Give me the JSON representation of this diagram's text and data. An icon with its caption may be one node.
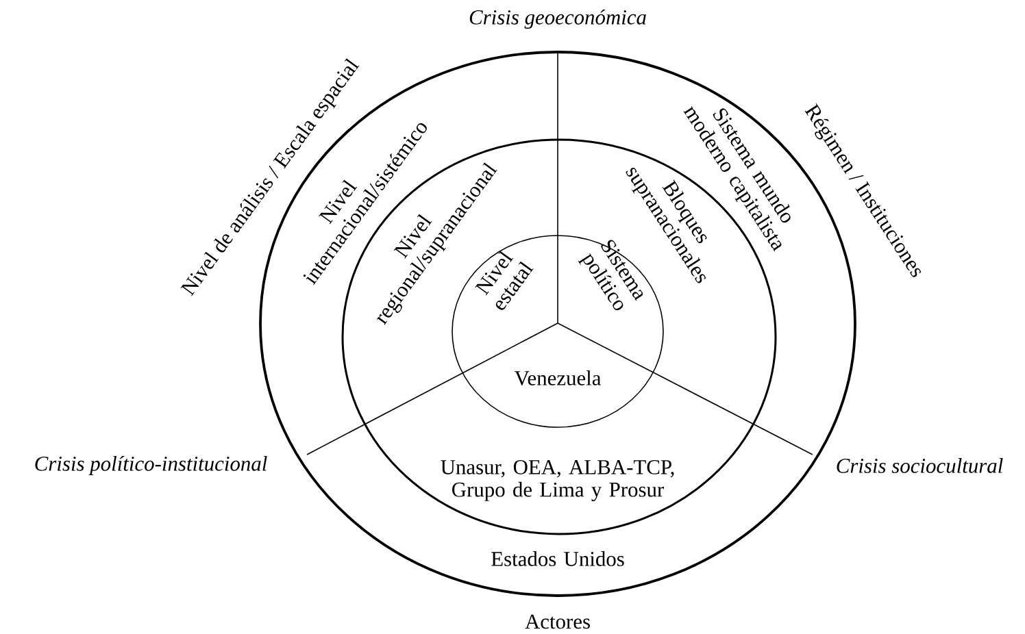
{
  "diagram": {
    "title": "Crisis geoeconómica",
    "nodes": [
      {
        "text": [
          "Nivel internacional/sistémico",
          "Sistema mundo moderno capitalista",
          "Estados Unidos"
        ]
      },
      {
        "text": [
          "Nivel regional/supranacional",
          "Bloques supranacionales",
          "Unasur, OEA, ALBA-TCP, Grupo de Lima y Prosur"
        ],
        "in": 0
      },
      {
        "text": [
          "Nivel estatal",
          "Sistema político",
          "Venezuela"
        ],
        "in": 1
      }
    ],
    "labels": [
      "Nivel de análisis / Escala espacial",
      "Régimen / Instituciones",
      "Crisis político-institucional",
      "Crisis sociocultural",
      "Actores"
    ]
  }
}
